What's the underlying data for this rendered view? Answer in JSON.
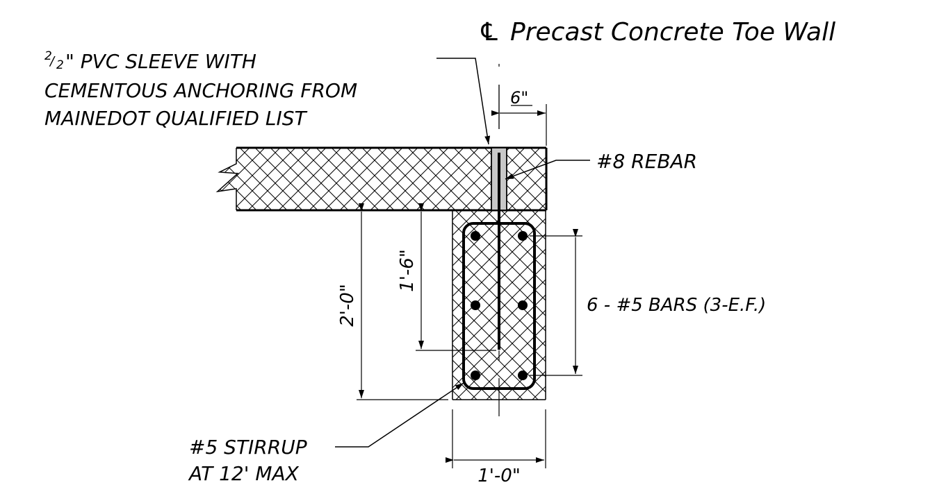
{
  "title": {
    "symbol": "℄",
    "text": "Precast Concrete Toe Wall"
  },
  "callouts": {
    "pvc_sleeve": {
      "fraction_numerator": "2",
      "fraction_denominator": "2",
      "line1_suffix": "\" PVC SLEEVE WITH",
      "line2": "CEMENTOUS ANCHORING FROM",
      "line3": "MAINEDOT QUALIFIED LIST"
    },
    "rebar": "#8 REBAR",
    "bars": "6 - #5 BARS (3-E.F.)",
    "stirrup": {
      "line1": "#5 STIRRUP",
      "line2": "AT 12' MAX"
    }
  },
  "dimensions": {
    "edge_offset": "6\"",
    "total_depth": "2'-0\"",
    "rebar_embed": "1'-6\"",
    "wall_width": "1'-0\""
  },
  "colors": {
    "line": "#000000",
    "sleeve_fill": "#c8c8c8",
    "background": "#ffffff"
  }
}
